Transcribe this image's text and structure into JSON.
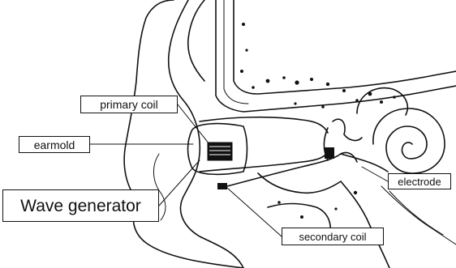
{
  "labels": {
    "primary_coil": "primary coil",
    "earmold": "earmold",
    "wave_generator": "Wave generator",
    "electrode": "electrode",
    "secondary_coil": "secondary coil"
  }
}
